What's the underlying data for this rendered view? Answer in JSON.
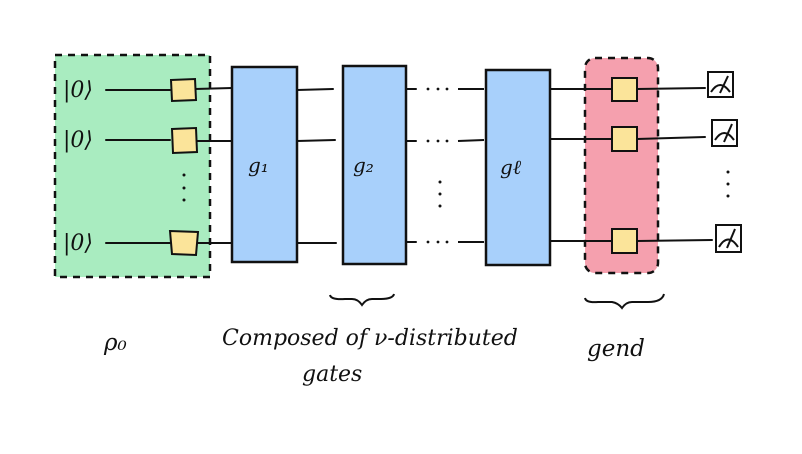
{
  "colors": {
    "prep_region": "#a9ecc0",
    "end_region": "#f5a0ae",
    "gate_fill": "#a8d0fb",
    "gate_stroke": "#111111",
    "small_gate_fill": "#fbe49a",
    "wire": "#111111",
    "brace": "#111111"
  },
  "diagram": {
    "inputs": [
      "|0⟩",
      "|0⟩",
      "|0⟩"
    ],
    "gates": [
      {
        "label": "g₁"
      },
      {
        "label": "g₂"
      },
      {
        "label": "gℓ"
      }
    ],
    "captions": {
      "prep": "ρ₀",
      "middle_line1": "Composed of ν-distributed",
      "middle_line2": "gates",
      "end": "gend"
    },
    "icons": [
      "measurement-icon",
      "measurement-icon",
      "measurement-icon"
    ]
  }
}
